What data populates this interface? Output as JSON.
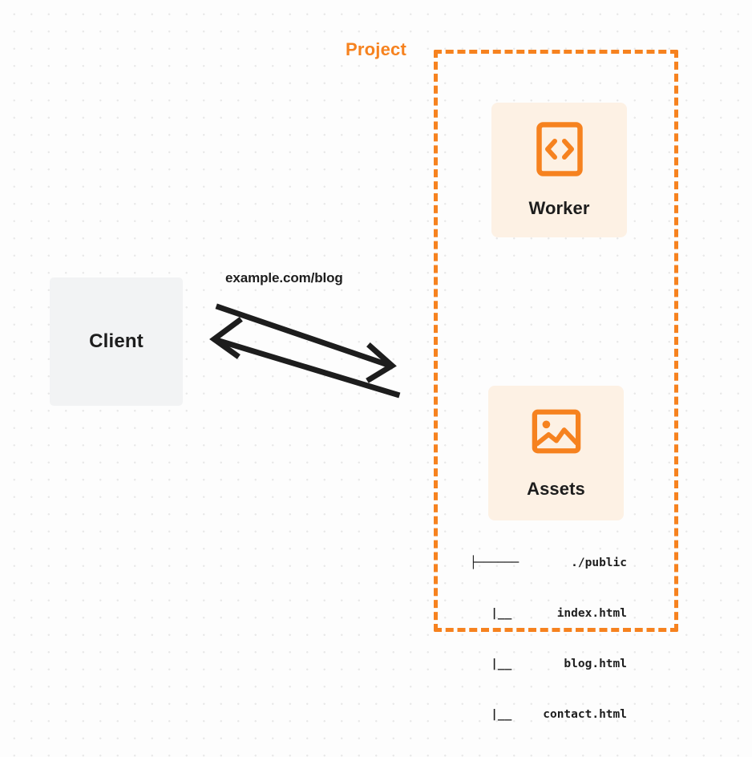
{
  "diagram": {
    "title": "Client to Project request flow",
    "colors": {
      "accent_orange": "#f6821f",
      "card_cream": "#fdf1e4",
      "client_gray": "#f2f3f4",
      "text_dark": "#1d1d1d",
      "canvas": "#fdfdfd"
    }
  },
  "client": {
    "label": "Client"
  },
  "connection": {
    "url_label": "example.com/blog",
    "request_direction": "client-to-project",
    "response_direction": "project-to-client"
  },
  "project": {
    "title": "Project",
    "nodes": [
      {
        "id": "worker",
        "label": "Worker",
        "icon": "code-brackets-icon"
      },
      {
        "id": "assets",
        "label": "Assets",
        "icon": "image-icon"
      }
    ],
    "file_tree": [
      {
        "branch": "├────── ",
        "name": "./public"
      },
      {
        "branch": "   |__ ",
        "name": "index.html"
      },
      {
        "branch": "   |__ ",
        "name": "blog.html"
      },
      {
        "branch": "   |__ ",
        "name": "contact.html"
      }
    ]
  }
}
